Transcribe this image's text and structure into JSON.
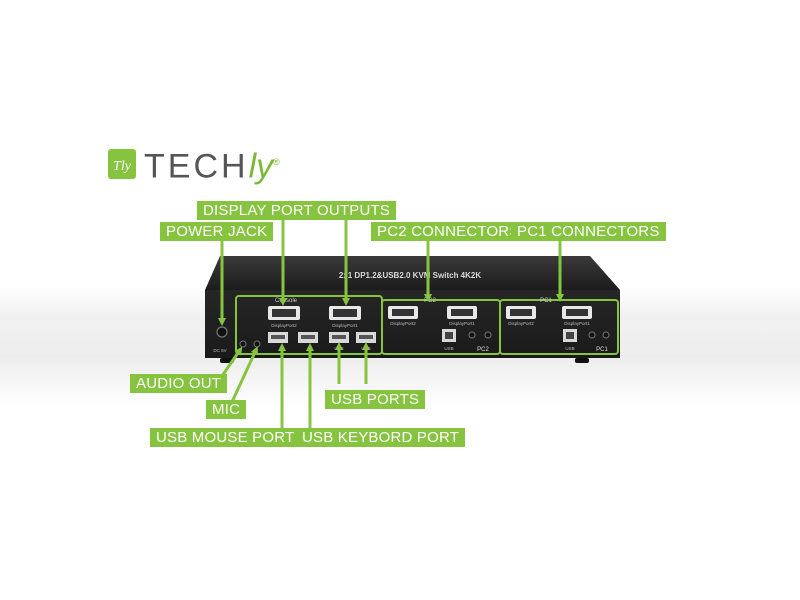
{
  "brand": {
    "logo_mark": "Tly",
    "wordmark_main": "TECH",
    "wordmark_accent": "ly",
    "registered": "®"
  },
  "device": {
    "top_label": "2x1 DP1.2&USB2.0 KVM Switch 4K2K",
    "console_label": "Console",
    "pc2_label": "PC2",
    "pc1_label": "PC1",
    "dp2_label": "DisplayPort2",
    "dp1_label": "DisplayPort1",
    "usb_label_1": "USB",
    "usb_label_2": "USB",
    "usb_port_label": "USB",
    "dc_label": "DC 5V"
  },
  "callouts": {
    "display_port_outputs": "DISPLAY PORT OUTPUTS",
    "power_jack": "POWER JACK",
    "pc2_connectors": "PC2 CONNECTORS",
    "pc1_connectors": "PC1 CONNECTORS",
    "audio_out": "AUDIO OUT",
    "mic": "MIC",
    "usb_ports": "USB PORTS",
    "usb_mouse_port": "USB MOUSE PORT",
    "usb_keyboard_port": "USB KEYBORD PORT"
  },
  "colors": {
    "accent_green": "#86c440",
    "device_body": "#232323",
    "highlight_outline": "#7cc142"
  }
}
